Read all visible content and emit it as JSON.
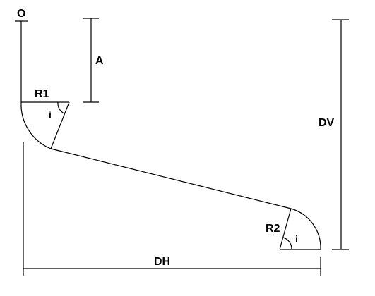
{
  "labels": {
    "origin": "O",
    "a": "A",
    "r1": "R1",
    "angle_top": "i",
    "dv": "DV",
    "r2": "R2",
    "angle_bottom": "i",
    "dh": "DH"
  },
  "colors": {
    "line": "#000000",
    "background": "#ffffff"
  }
}
